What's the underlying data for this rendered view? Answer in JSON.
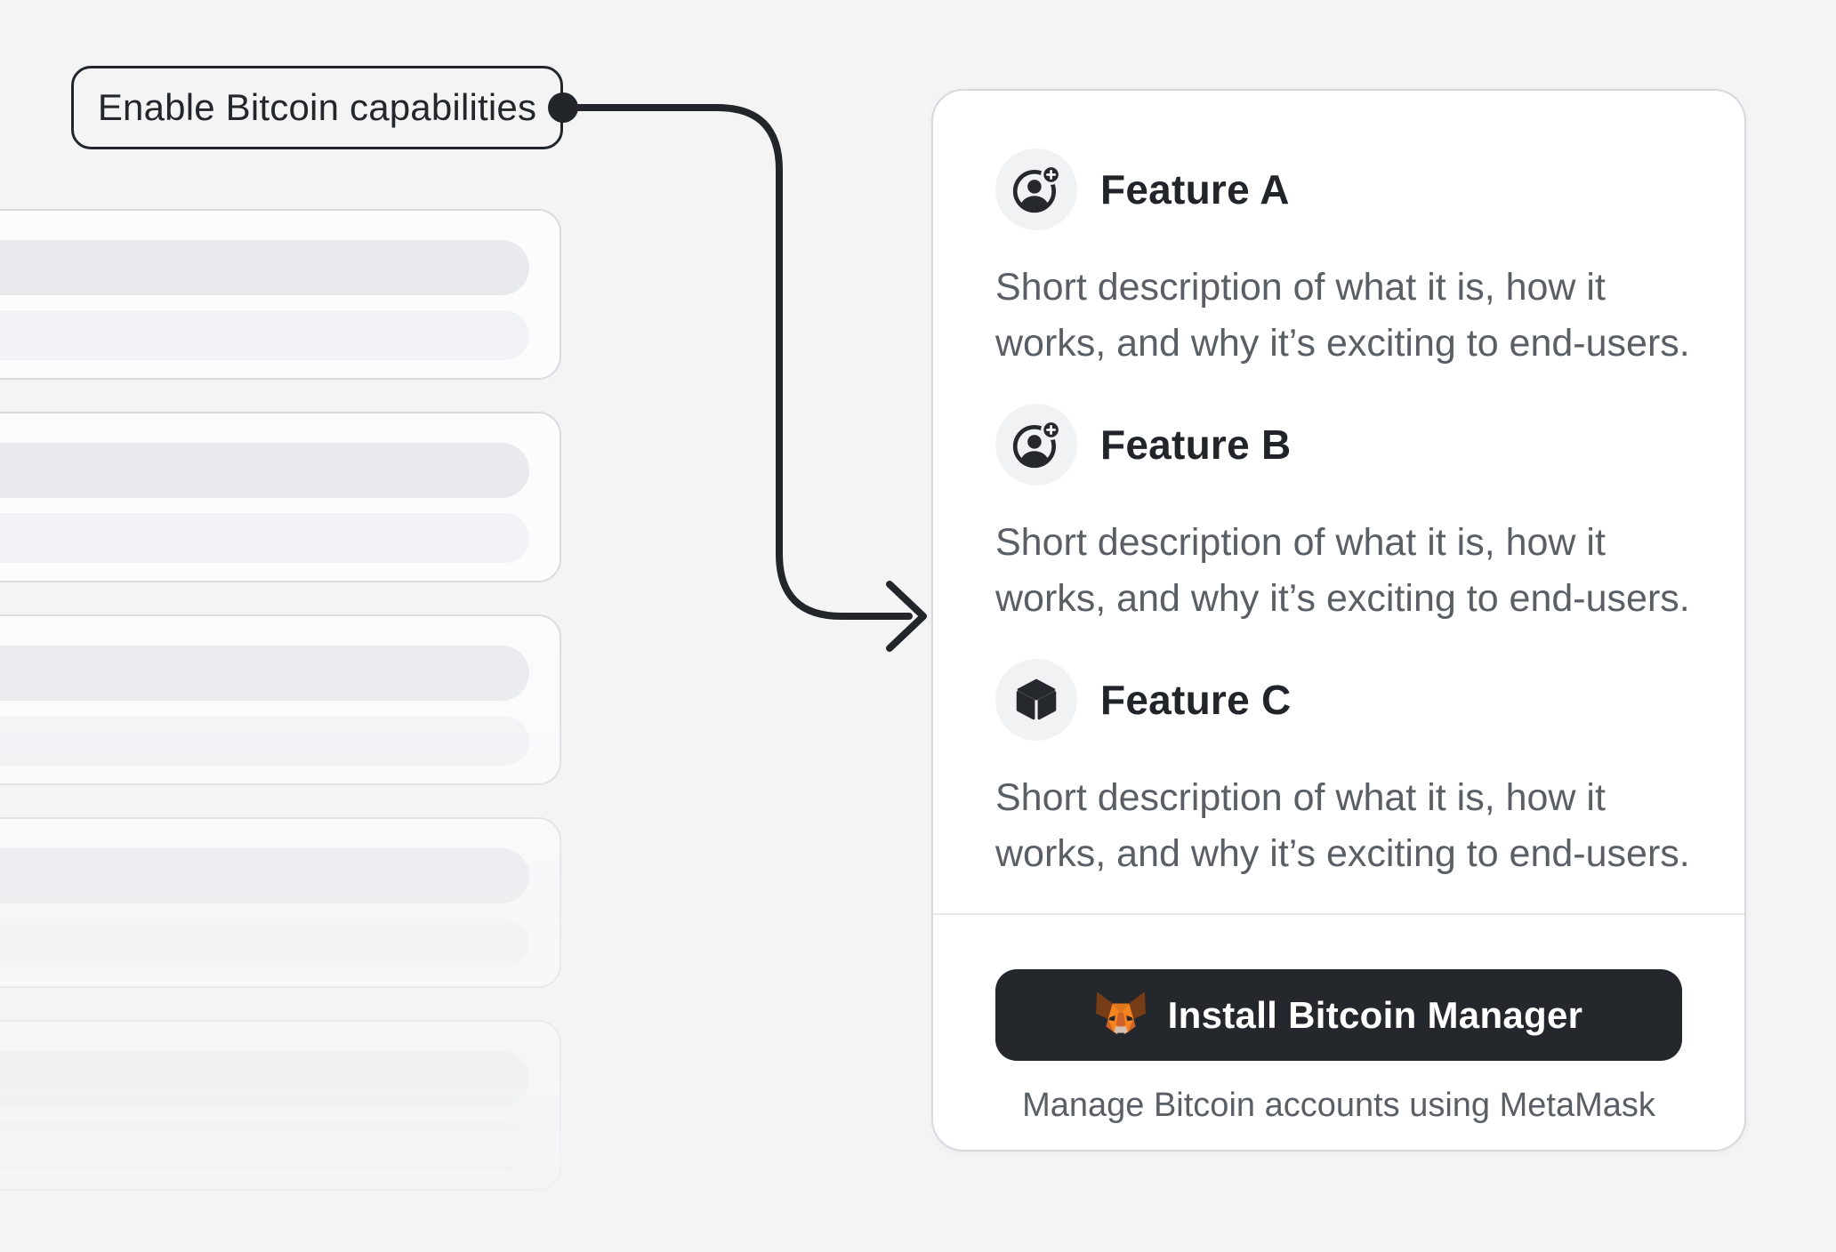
{
  "annotation": {
    "label": "Enable Bitcoin capabilities"
  },
  "features_card": {
    "features": [
      {
        "name": "Feature A",
        "icon": "account-add-icon",
        "desc_line1": "Short description of what it is, how it",
        "desc_line2": "works, and why it’s exciting to end-users."
      },
      {
        "name": "Feature B",
        "icon": "account-add-icon",
        "desc_line1": "Short description of what it is, how it",
        "desc_line2": "works, and why it’s exciting to end-users."
      },
      {
        "name": "Feature C",
        "icon": "cube-icon",
        "desc_line1": "Short description of what it is, how it",
        "desc_line2": "works, and why it’s exciting to end-users."
      }
    ],
    "footer": {
      "install_button_label": "Install Bitcoin Manager",
      "install_button_icon": "metamask-fox-icon",
      "caption": "Manage Bitcoin accounts using MetaMask"
    }
  },
  "skeleton": {
    "card_count": 5,
    "bars_per_card": 2
  },
  "colors": {
    "page_bg": "#f4f4f5",
    "ink": "#22262b",
    "muted_text": "#5a5f66",
    "card_border": "#d8d9de",
    "button_bg": "#24272b",
    "fox_orange": "#f5841f"
  }
}
